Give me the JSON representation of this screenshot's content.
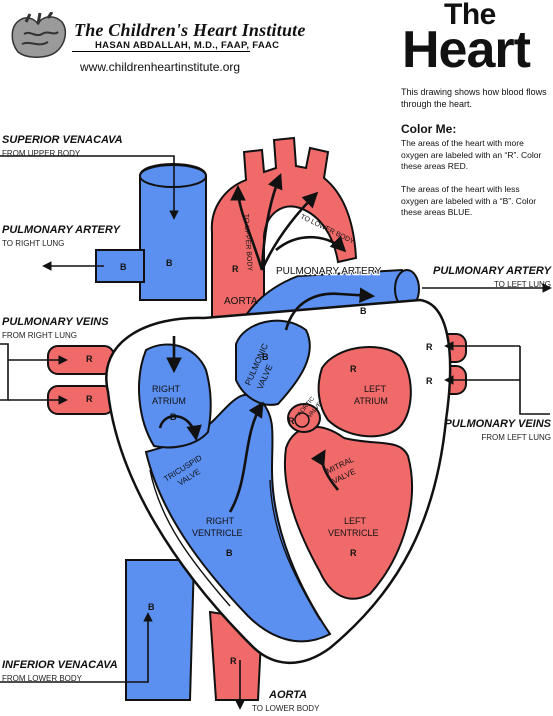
{
  "institute": {
    "name": "The Children's Heart Institute",
    "person": "HASAN ABDALLAH, M.D., FAAP, FAAC",
    "url": "www.childrenheartinstitute.org"
  },
  "title": {
    "line1": "The",
    "line2": "Heart"
  },
  "intro": "This drawing shows how blood flows through the heart.",
  "color_me": {
    "heading": "Color Me:",
    "red_text": "The areas of the heart with more oxygen are labeled with an “R”. Color these areas RED.",
    "blue_text": "The areas of the heart with less oxygen are labeled with a “B”. Color these areas BLUE."
  },
  "colors": {
    "red": "#f06a6a",
    "blue": "#5b8ff0",
    "outline": "#111111"
  },
  "side_labels": {
    "superior_venacava": {
      "title": "SUPERIOR VENACAVA",
      "sub": "FROM UPPER BODY"
    },
    "pulmonary_artery_left": {
      "title": "PULMONARY ARTERY",
      "sub": "TO RIGHT LUNG"
    },
    "pulmonary_veins_left": {
      "title": "PULMONARY VEINS",
      "sub": "FROM RIGHT LUNG"
    },
    "inferior_venacava": {
      "title": "INFERIOR VENACAVA",
      "sub": "FROM LOWER BODY"
    },
    "aorta_bottom": {
      "title": "AORTA",
      "sub": "TO LOWER BODY"
    },
    "pulmonary_artery_right": {
      "title": "PULMONARY ARTERY",
      "sub": "TO LEFT LUNG"
    },
    "pulmonary_veins_right": {
      "title": "PULMONARY VEINS",
      "sub": "FROM LEFT LUNG"
    }
  },
  "diagram_labels": {
    "to_upper_body": "TO UPPER BODY",
    "to_lower_body": "TO LOWER BODY",
    "aorta": "AORTA",
    "pulmonary_artery": "PULMONARY ARTERY",
    "right_atrium_1": "RIGHT",
    "right_atrium_2": "ATRIUM",
    "pulmonic_valve_1": "PULMONIC",
    "pulmonic_valve_2": "VALVE",
    "left_atrium_1": "LEFT",
    "left_atrium_2": "ATRIUM",
    "aortic_valve_1": "AORTIC",
    "aortic_valve_2": "VALVE",
    "tricuspid_valve_1": "TRICUSPID",
    "tricuspid_valve_2": "VALVE",
    "mitral_valve_1": "MITRAL",
    "mitral_valve_2": "VALVE",
    "right_ventricle_1": "RIGHT",
    "right_ventricle_2": "VENTRICLE",
    "left_ventricle_1": "LEFT",
    "left_ventricle_2": "VENTRICLE",
    "B": "B",
    "R": "R"
  }
}
